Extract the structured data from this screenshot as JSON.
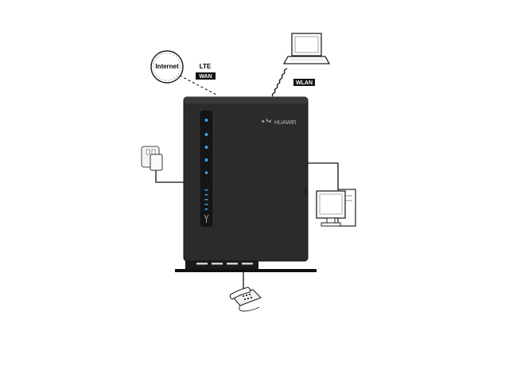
{
  "internet": {
    "label": "Internet"
  },
  "links": {
    "lte_label": "LTE",
    "wan_label": "WAN",
    "wlan_label": "WLAN"
  },
  "router": {
    "brand": "HUAWEI",
    "body_color": "#2b2b2b",
    "led_color": "#3fa0e0"
  }
}
